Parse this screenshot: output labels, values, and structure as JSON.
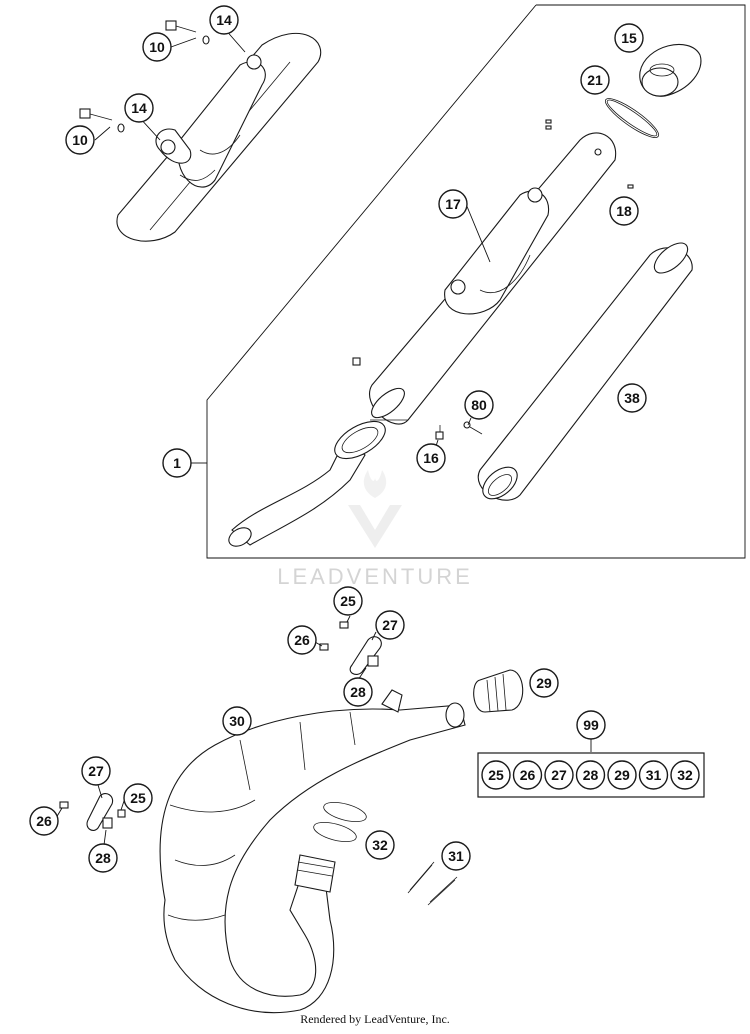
{
  "callouts": {
    "c10a": "10",
    "c14a": "14",
    "c10b": "10",
    "c14b": "14",
    "c15": "15",
    "c21": "21",
    "c17": "17",
    "c18": "18",
    "c1": "1",
    "c80": "80",
    "c38": "38",
    "c16": "16",
    "c25a": "25",
    "c27a": "27",
    "c26a": "26",
    "c28a": "28",
    "c29": "29",
    "c30": "30",
    "c99": "99",
    "c27b": "27",
    "c25b": "25",
    "c26b": "26",
    "c28b": "28",
    "c32": "32",
    "c31": "31"
  },
  "kit": [
    "25",
    "26",
    "27",
    "28",
    "29",
    "31",
    "32"
  ],
  "watermark": "LEADVENTURE",
  "footer": "Rendered by LeadVenture, Inc."
}
